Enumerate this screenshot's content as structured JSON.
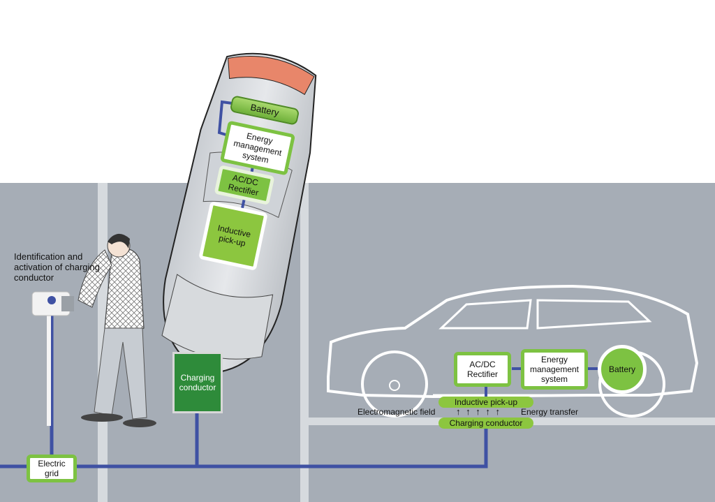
{
  "left_annotation": {
    "identification_label": "Identification and activation of charging conductor",
    "charging_conductor": "Charging conductor",
    "electric_grid": "Electric grid"
  },
  "top_car": {
    "battery": "Battery",
    "energy_management": "Energy management system",
    "rectifier": "AC/DC Rectifier",
    "inductive_pickup": "Inductive pick-up"
  },
  "side_car": {
    "rectifier": "AC/DC Rectifier",
    "energy_management": "Energy management system",
    "battery": "Battery",
    "inductive_pickup": "Inductive pick-up",
    "electromagnetic_field": "Electromagnetic field",
    "energy_transfer": "Energy transfer",
    "charging_conductor": "Charging conductor",
    "field_arrows": "↑ ↑ ↑ ↑ ↑"
  },
  "colors": {
    "ground": "#a6adb6",
    "road_line": "#d6dade",
    "wire": "#3f51a3",
    "green_border": "#7dc242",
    "green_fill": "#8cc63f",
    "dark_green": "#2e8b3a"
  }
}
